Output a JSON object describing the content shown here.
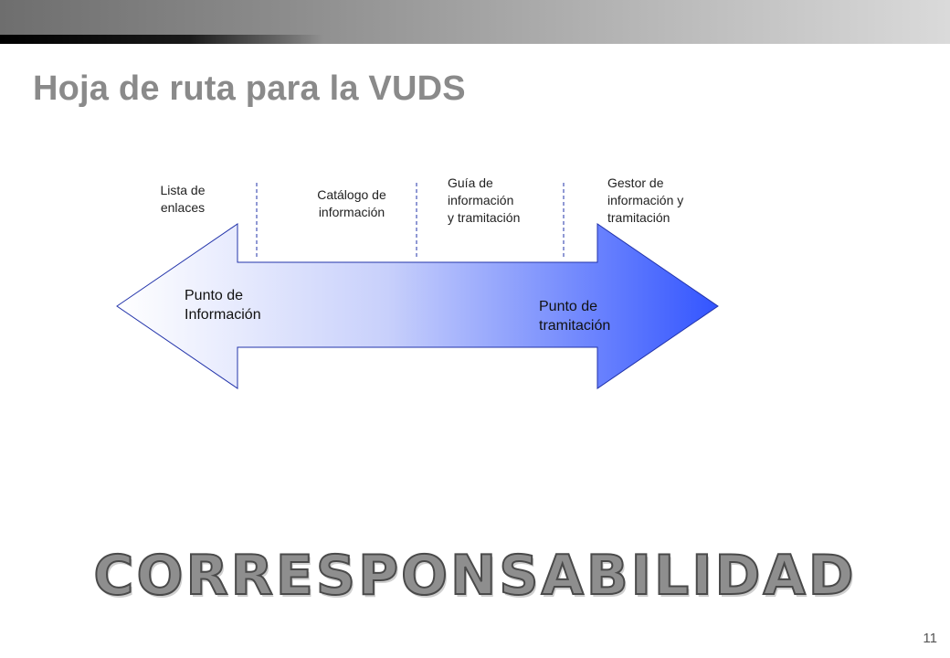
{
  "slide": {
    "title": "Hoja de ruta para la VUDS",
    "phases": [
      {
        "lines": [
          "Lista de",
          "enlaces"
        ]
      },
      {
        "lines": [
          "Catálogo de",
          "información"
        ]
      },
      {
        "lines": [
          "Guía de",
          "información",
          "y tramitación"
        ]
      },
      {
        "lines": [
          "Gestor de",
          "información y",
          "tramitación"
        ]
      }
    ],
    "arrow": {
      "left_label": [
        "Punto de",
        "Información"
      ],
      "right_label": [
        "Punto de",
        "tramitación"
      ],
      "gradient_start": "#ffffff",
      "gradient_end": "#3355ff",
      "outline_color": "#2233aa"
    },
    "banner_word": "CORRESPONSABILIDAD",
    "page_number": "11"
  }
}
